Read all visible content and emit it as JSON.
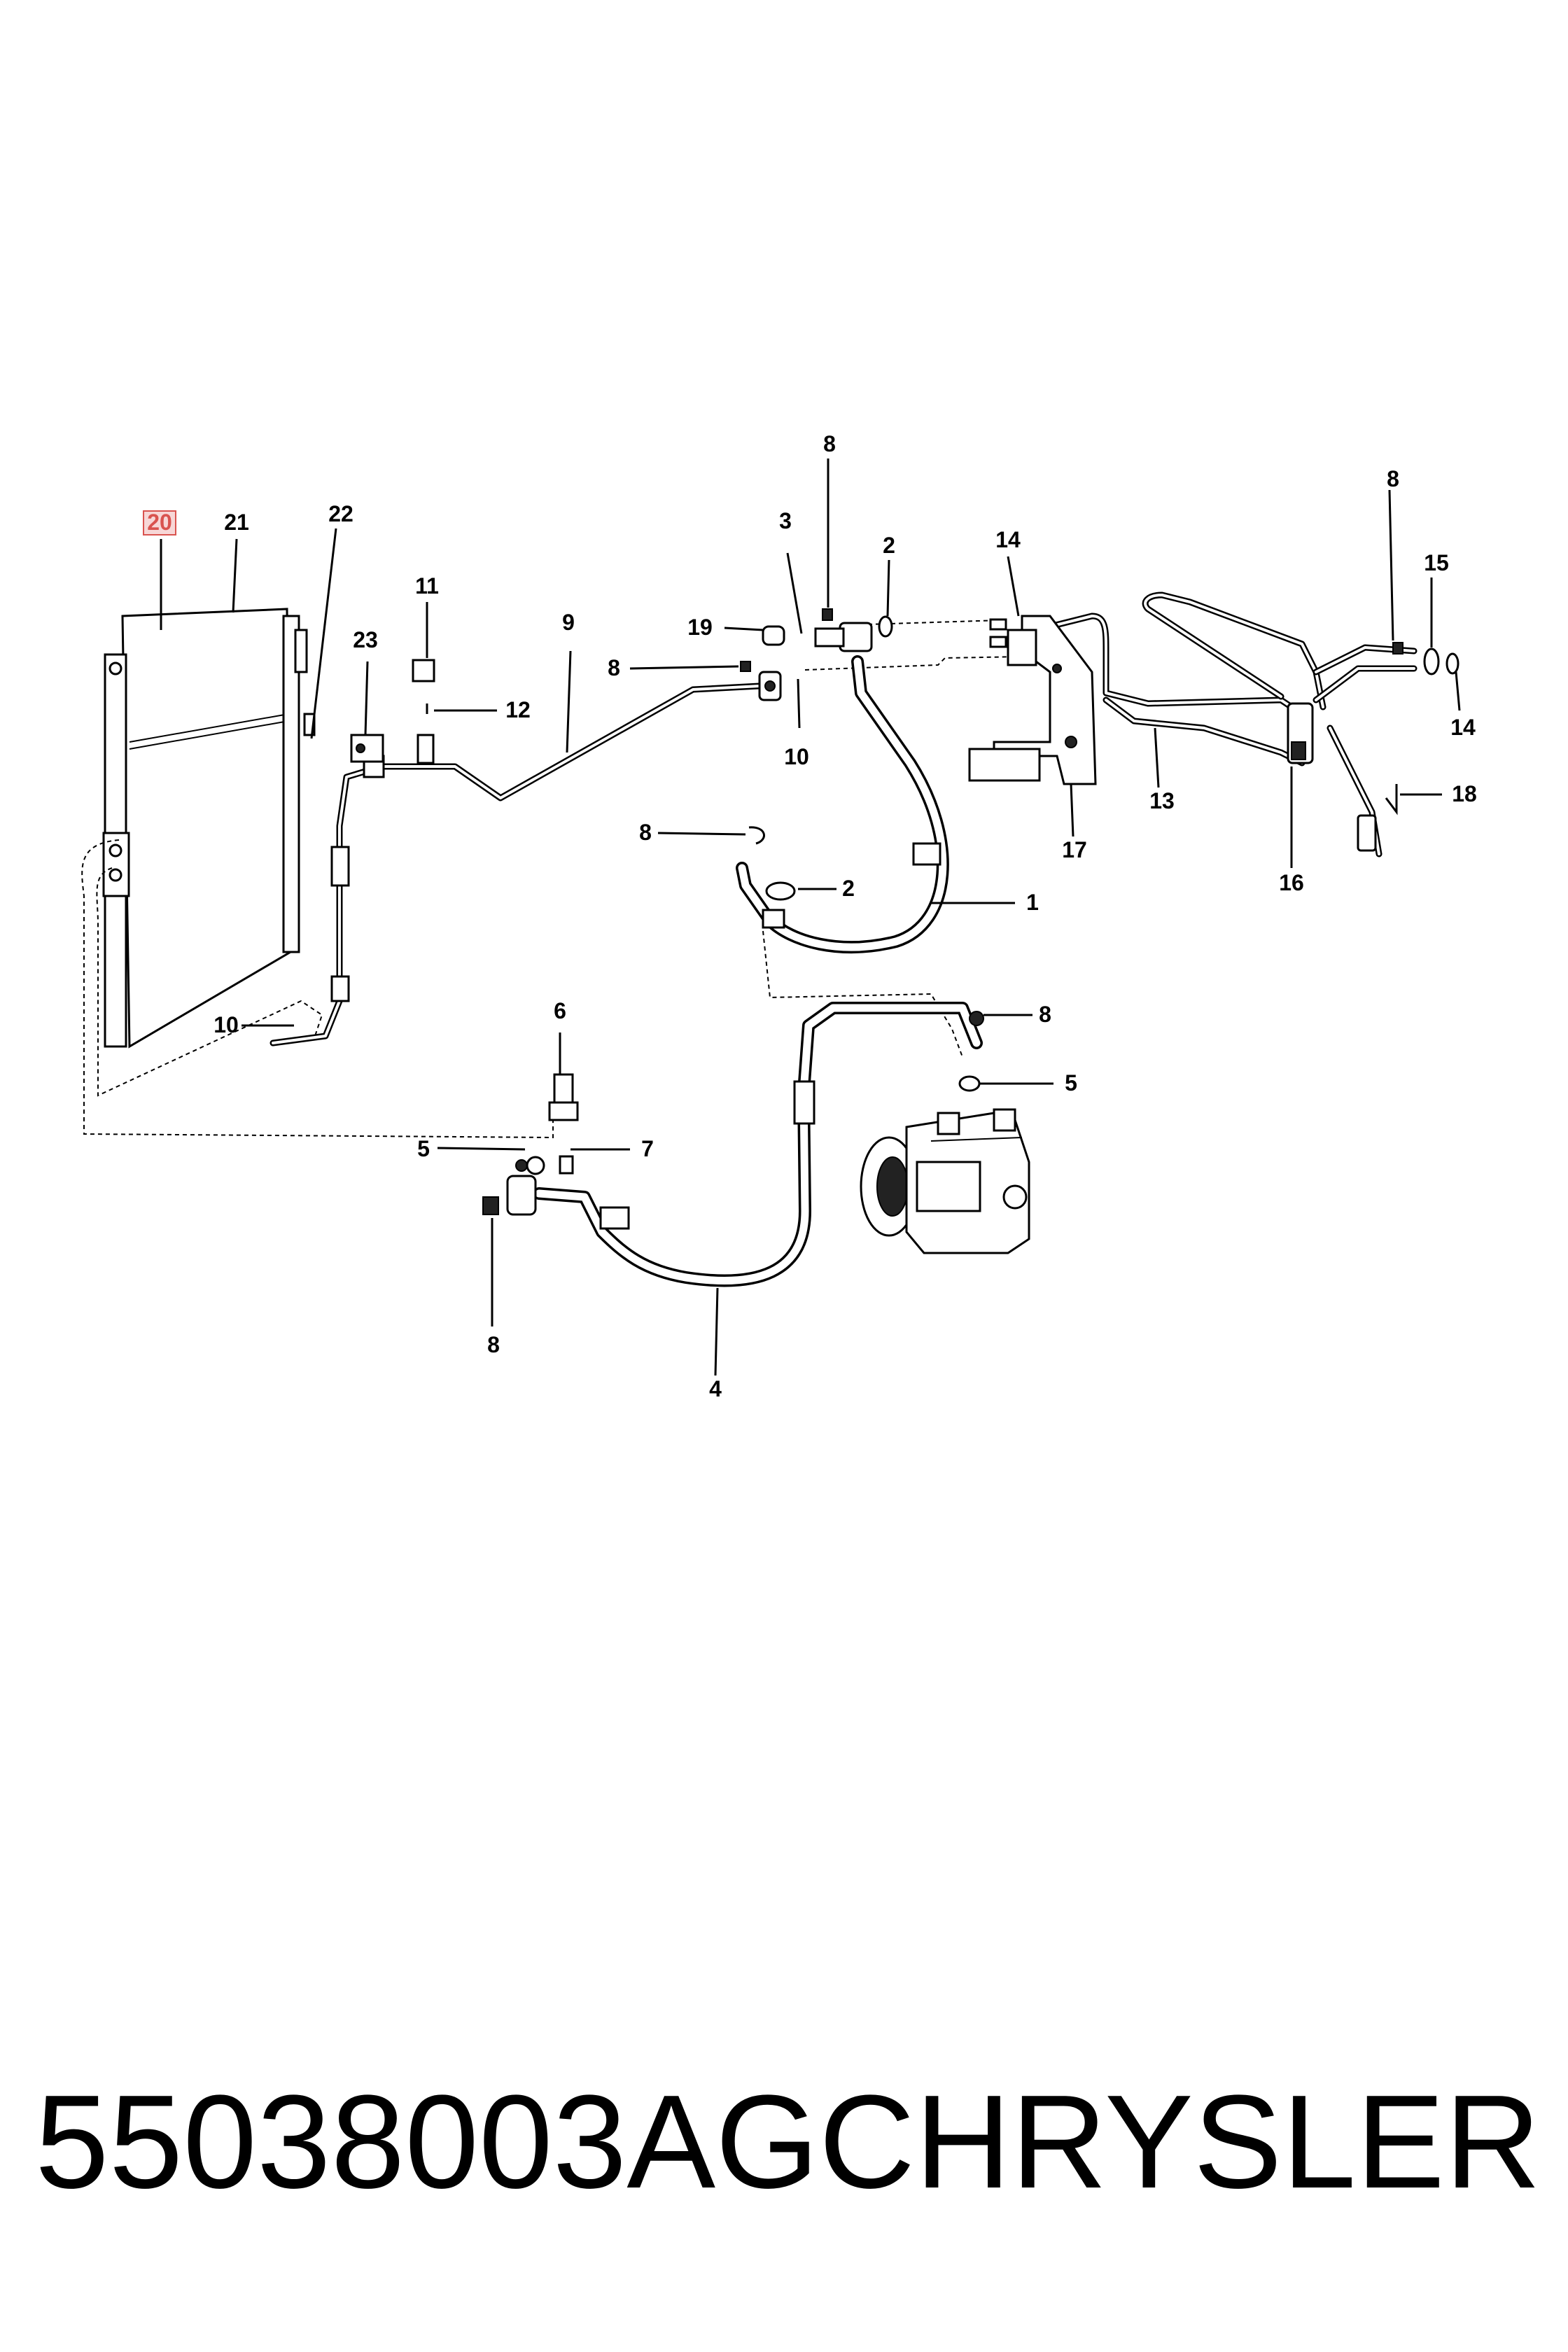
{
  "callouts": {
    "c20": "20",
    "c21": "21",
    "c22": "22",
    "c23": "23",
    "c11": "11",
    "c12": "12",
    "c9": "9",
    "c3": "3",
    "c8a": "8",
    "c2a": "2",
    "c14a": "14",
    "c19": "19",
    "c8b": "8",
    "c10a": "10",
    "c8c": "8",
    "c2b": "2",
    "c1": "1",
    "c17": "17",
    "c13": "13",
    "c16": "16",
    "c8d": "8",
    "c15": "15",
    "c14b": "14",
    "c18": "18",
    "c10b": "10",
    "c6": "6",
    "c5a": "5",
    "c7": "7",
    "c8e": "8",
    "c5b": "5",
    "c8f": "8",
    "c4": "4"
  },
  "footer": {
    "part_number": "55038003AG",
    "brand": "CHRYSLER"
  },
  "colors": {
    "highlight": "#d9534f",
    "ink": "#000000"
  }
}
